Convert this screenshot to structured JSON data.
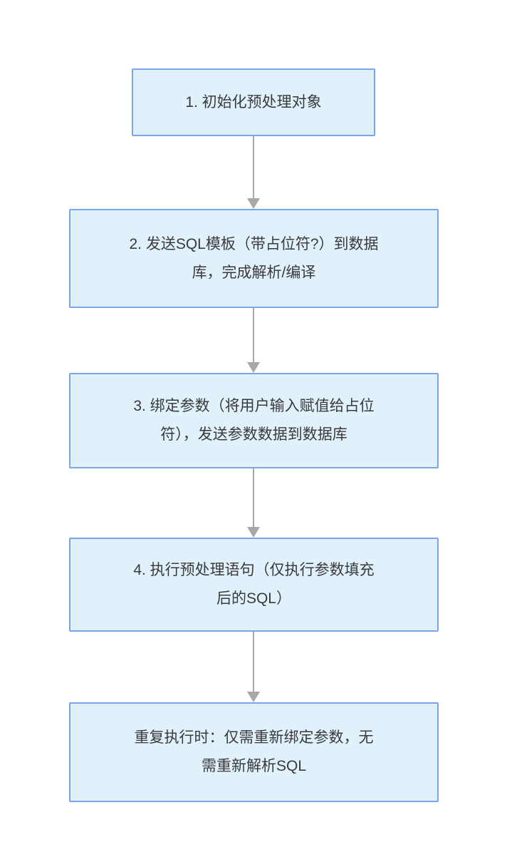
{
  "diagram": {
    "type": "flowchart",
    "direction": "top-down",
    "steps": [
      {
        "label": "1. 初始化预处理对象"
      },
      {
        "label": "2. 发送SQL模板（带占位符?）到数据\n库，完成解析/编译"
      },
      {
        "label": "3. 绑定参数（将用户输入赋值给占位\n符），发送参数数据到数据库"
      },
      {
        "label": "4. 执行预处理语句（仅执行参数填充\n后的SQL）"
      },
      {
        "label": "重复执行时：仅需重新绑定参数，无\n需重新解析SQL"
      }
    ],
    "connectors": [
      {
        "from": 1,
        "to": 2
      },
      {
        "from": 2,
        "to": 3
      },
      {
        "from": 3,
        "to": 4
      },
      {
        "from": 4,
        "to": 5
      }
    ],
    "colors": {
      "box_fill": "#e1f1fc",
      "box_border": "#7aa6eb",
      "arrow": "#a8a8a8",
      "text": "#3a3a3a",
      "background": "#ffffff"
    }
  }
}
